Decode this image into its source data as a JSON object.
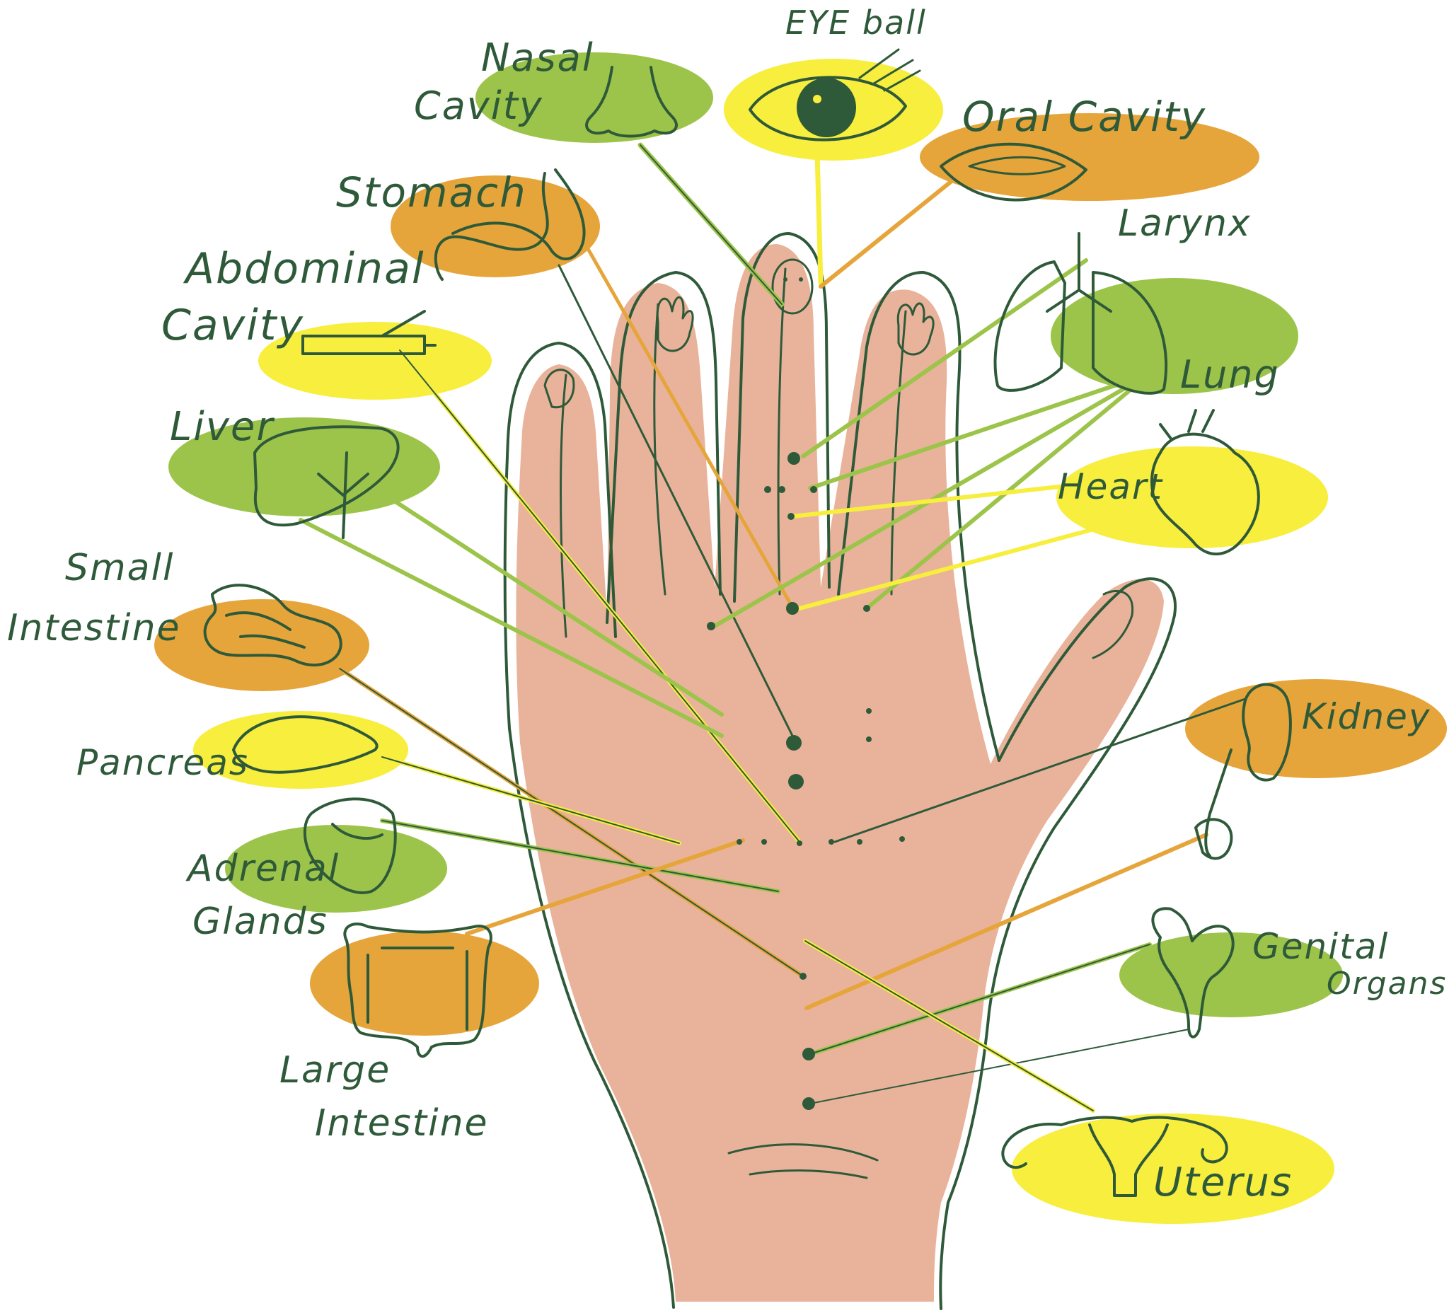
{
  "colors": {
    "green": "#9dc44a",
    "orange": "#e6a53a",
    "yellow": "#f7ee3e",
    "skin": "#e8b39a",
    "ink": "#2f5a3a"
  },
  "labels": {
    "eyeball": "EYE ball",
    "nasal_line1": "Nasal",
    "nasal_line2": "Cavity",
    "oral": "Oral Cavity",
    "stomach": "Stomach",
    "larynx": "Larynx",
    "abdominal_line1": "Abdominal",
    "abdominal_line2": "Cavity",
    "lung": "Lung",
    "liver": "Liver",
    "heart": "Heart",
    "small_int_line1": "Small",
    "small_int_line2": "Intestine",
    "kidney": "Kidney",
    "pancreas": "Pancreas",
    "adrenal_line1": "Adrenal",
    "adrenal_line2": "Glands",
    "genital_line1": "Genital",
    "genital_line2": "Organs",
    "large_int_line1": "Large",
    "large_int_line2": "Intestine",
    "uterus": "Uterus"
  }
}
